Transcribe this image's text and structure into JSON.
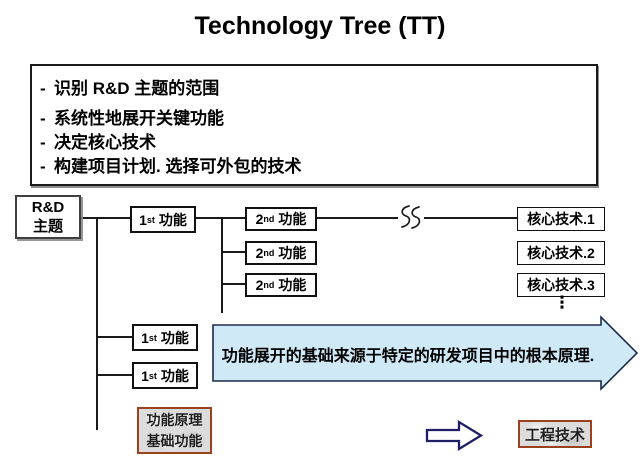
{
  "title": "Technology Tree (TT)",
  "overview_box": {
    "bullet_prefix": "-",
    "bullets": [
      "识别 R&D 主题的范围",
      "系统性地展开关键功能",
      "决定核心技术",
      "构建项目计划.  选择可外包的技术"
    ]
  },
  "tree": {
    "root": {
      "line1": "R&D",
      "line2": "主题"
    },
    "first_functions": [
      {
        "num": "1",
        "sup": "st",
        "name": "功能"
      },
      {
        "num": "1",
        "sup": "st",
        "name": "功能"
      },
      {
        "num": "1",
        "sup": "st",
        "name": "功能"
      }
    ],
    "second_functions": [
      {
        "num": "2",
        "sup": "nd",
        "name": "功能"
      },
      {
        "num": "2",
        "nd_sup": "nd",
        "sup": "nd",
        "name": "功能"
      },
      {
        "num": "2",
        "sup": "nd",
        "name": "功能"
      }
    ],
    "core_technologies": [
      "核心技术.1",
      "核心技术.2",
      "核心技术.3"
    ],
    "ellipsis": "⋮"
  },
  "banner": {
    "text": "功能展开的基础来源于特定的研发项目中的根本原理.",
    "fill": "#cfe9f7",
    "border": "#1c2b4a"
  },
  "foundation_box": {
    "line1": "功能原理",
    "line2": "基础功能"
  },
  "engineering_box": {
    "label": "工程技术"
  },
  "colors": {
    "connector_line": "#1a1a1a",
    "box_border": "#111111",
    "texture_box_border": "#9a421e",
    "small_arrow_outline": "#1f1f66",
    "banner_fill": "#cfe9f7"
  }
}
